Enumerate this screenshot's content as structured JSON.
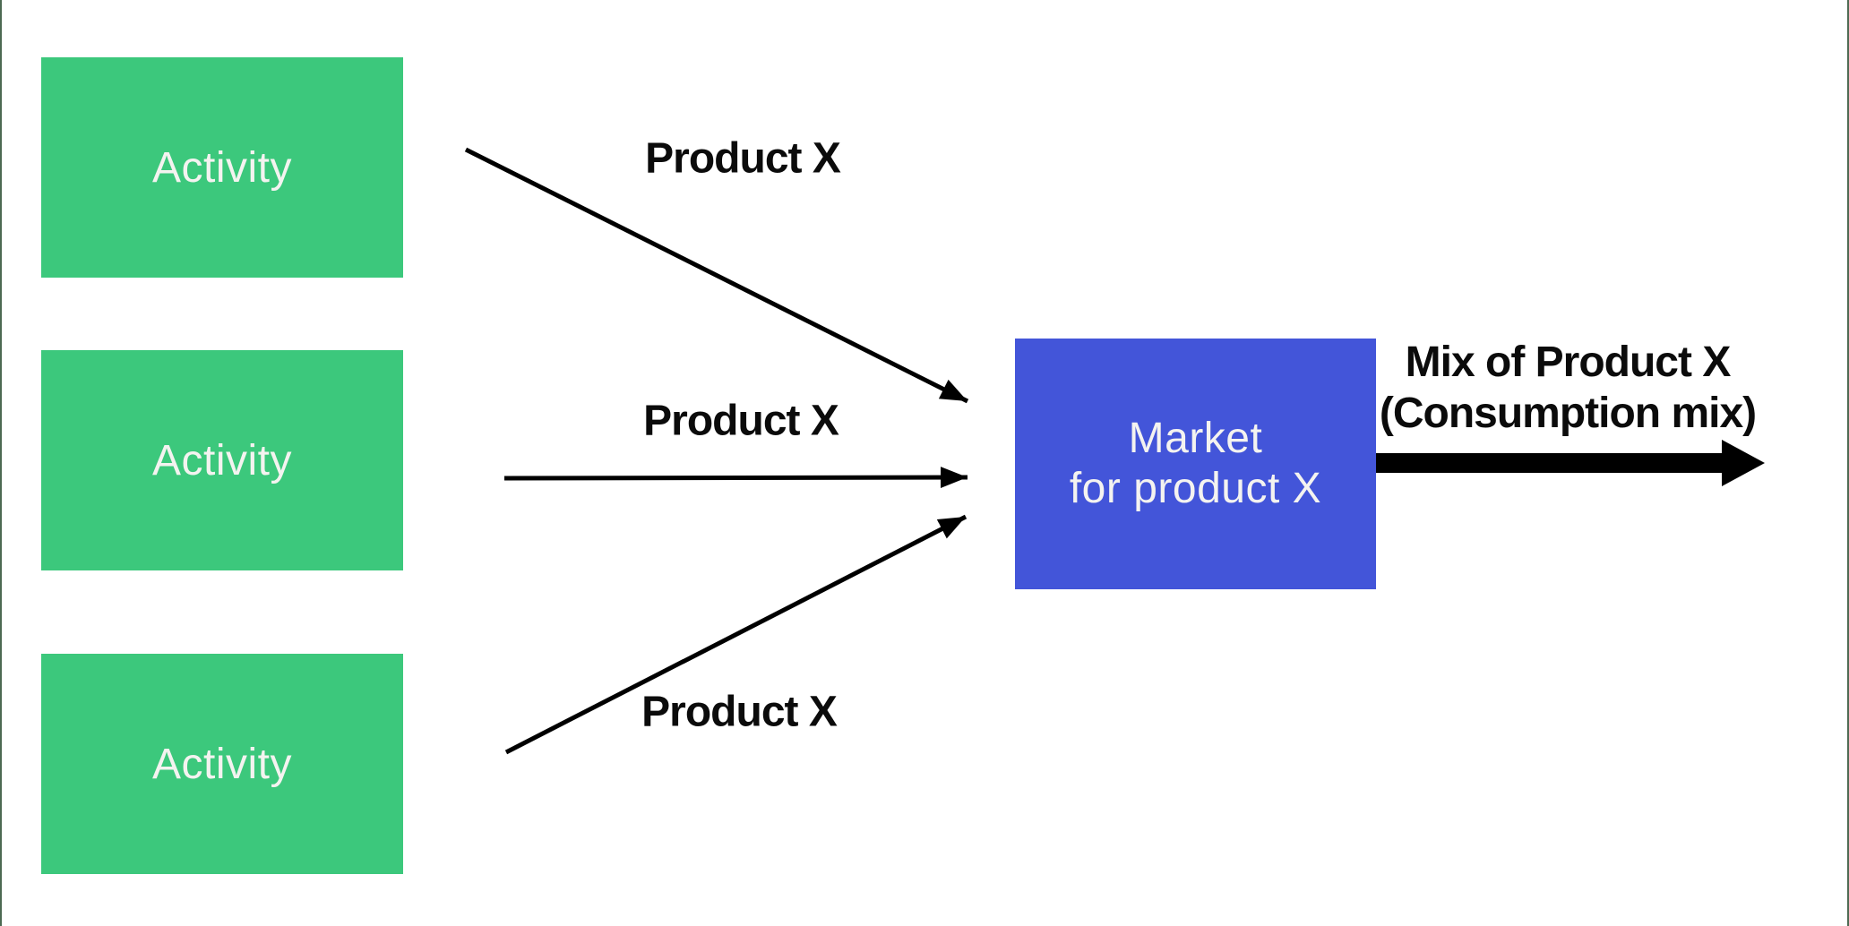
{
  "diagram": {
    "activity_boxes": [
      {
        "label": "Activity"
      },
      {
        "label": "Activity"
      },
      {
        "label": "Activity"
      }
    ],
    "market_box": {
      "line1": "Market",
      "line2": "for product X"
    },
    "flow_labels": [
      {
        "label": "Product X"
      },
      {
        "label": "Product X"
      },
      {
        "label": "Product X"
      }
    ],
    "output_label": {
      "line1": "Mix of Product X",
      "line2": "(Consumption mix)"
    },
    "colors": {
      "activity_fill": "#3cc87c",
      "market_fill": "#4355d9",
      "box_text": "#f4f3f0",
      "label_text": "#0b0b0b",
      "arrow": "#000000",
      "canvas_edge": "#4c6a52",
      "background": "#ffffff"
    }
  }
}
